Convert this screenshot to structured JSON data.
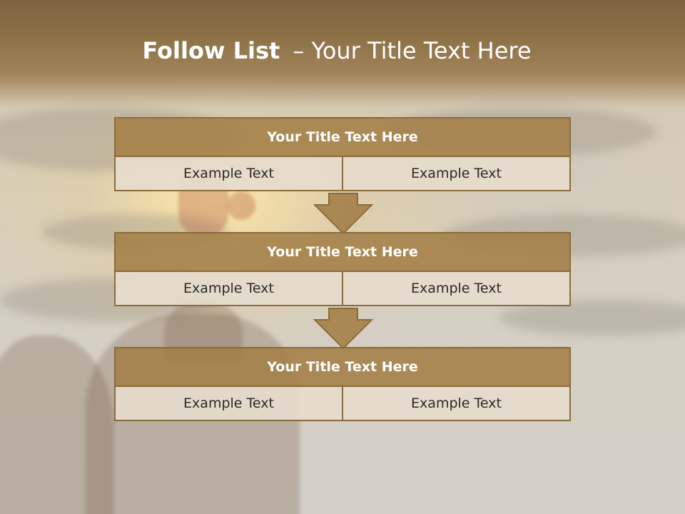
{
  "slide": {
    "title_bold": "Follow List",
    "title_rest": "– Your Title Text Here"
  },
  "steps": [
    {
      "title": "Your Title Text Here",
      "left": "Example Text",
      "right": "Example Text"
    },
    {
      "title": "Your Title Text Here",
      "left": "Example Text",
      "right": "Example Text"
    },
    {
      "title": "Your Title Text Here",
      "left": "Example Text",
      "right": "Example Text"
    }
  ],
  "colors": {
    "header": "#8d7147",
    "block_title": "#a48048",
    "cell": "#e6dccd",
    "border": "#8a6c3c"
  }
}
